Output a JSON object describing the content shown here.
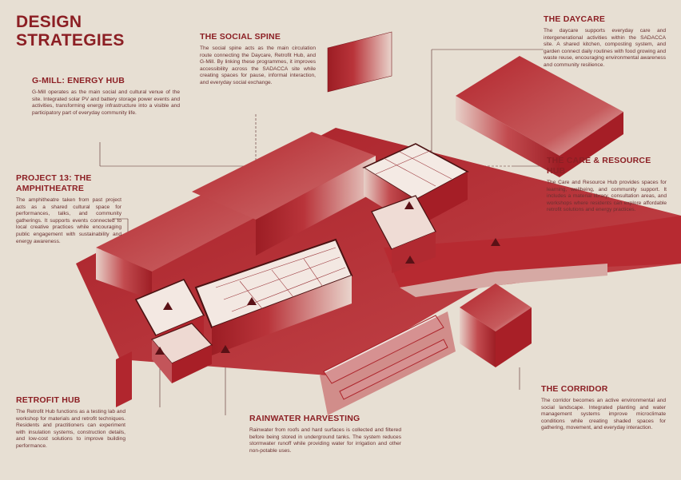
{
  "title": "DESIGN\nSTRATEGIES",
  "colors": {
    "background": "#e7dfd3",
    "accent": "#8c1f24",
    "building": "#b3252c",
    "text": "#6a3030"
  },
  "sections": {
    "gmill": {
      "heading": "G-MILL: ENERGY HUB",
      "body": "G-Mill operates as the main social and cultural venue of the site. Integrated solar PV and battery storage power events and activities, transforming energy infrastructure into a visible and participatory part of everyday community life."
    },
    "spine": {
      "heading": "THE SOCIAL SPINE",
      "body": "The social spine acts as the main circulation route connecting the Daycare, Retrofit Hub, and G-Mill. By linking these programmes, it improves accessibility across the SADACCA site while creating spaces for pause, informal interaction, and everyday social exchange."
    },
    "daycare": {
      "heading": "THE DAYCARE",
      "body": "The daycare supports everyday care and intergenerational activities within the SADACCA site. A shared kitchen, composting system, and garden connect daily routines with food growing and waste reuse, encouraging environmental awareness and community resilience."
    },
    "amphitheatre": {
      "heading": "PROJECT 13: THE\nAMPHITHEATRE",
      "body": "The amphitheatre taken from past project acts as a shared cultural space for performances, talks, and community gatherings. It supports events connected to local creative practices while encouraging public engagement with sustainability and energy awareness."
    },
    "carehub": {
      "heading": "THE CARE & RESOURCE HUB",
      "body": "The Care and Resource Hub provides spaces for learning, wellbeing, and community support. It includes a material library, consultation areas, and workshops where residents can explore affordable retrofit solutions and energy practices."
    },
    "retrofit": {
      "heading": "RETROFIT HUB",
      "body": "The Retrofit Hub functions as a testing lab and workshop for materials and retrofit techniques. Residents and practitioners can experiment with insulation systems, construction details, and low-cost solutions to improve building performance."
    },
    "rainwater": {
      "heading": "RAINWATER HARVESTING",
      "body": "Rainwater from roofs and hard surfaces is collected and filtered before being stored in underground tanks. The system reduces stormwater runoff while providing water for irrigation and other non-potable uses."
    },
    "corridor": {
      "heading": "THE CORRIDOR",
      "body": "The corridor becomes an active environmental and social landscape. Integrated planting and water management systems improve microclimate conditions while creating shaded spaces for gathering, movement, and everyday interaction."
    }
  }
}
